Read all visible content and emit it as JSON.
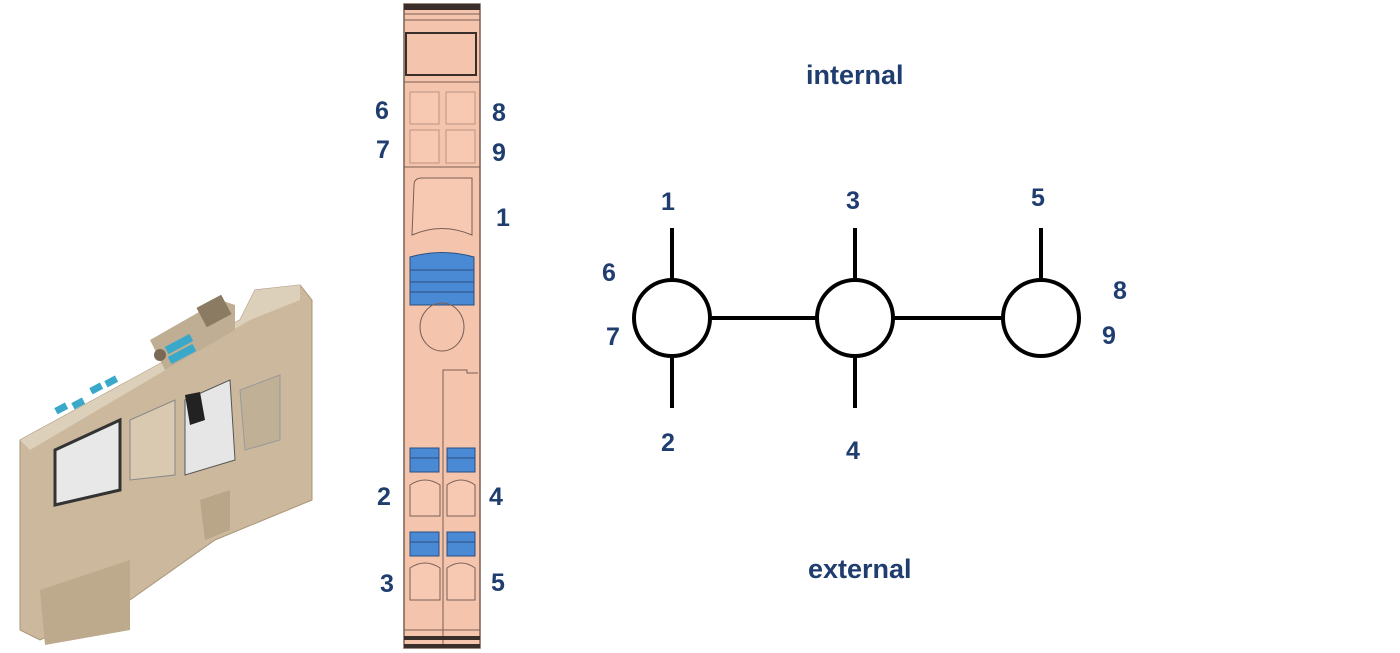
{
  "colors": {
    "label": "#1f3d6e",
    "housing": "#f5c4ad",
    "blue": "#4a8ad4",
    "product": "#cbb89d",
    "product_blue": "#3aa9c9"
  },
  "terminal_labels": {
    "t6": "6",
    "t7": "7",
    "t8": "8",
    "t9": "9",
    "t1": "1",
    "t2": "2",
    "t3": "3",
    "t4": "4",
    "t5": "5"
  },
  "schematic": {
    "internal_label": "internal",
    "external_label": "external",
    "node1": {
      "top": "1",
      "bottom": "2",
      "left_top": "6",
      "left_bottom": "7"
    },
    "node2": {
      "top": "3",
      "bottom": "4"
    },
    "node3": {
      "top": "5",
      "right_top": "8",
      "right_bottom": "9"
    }
  }
}
